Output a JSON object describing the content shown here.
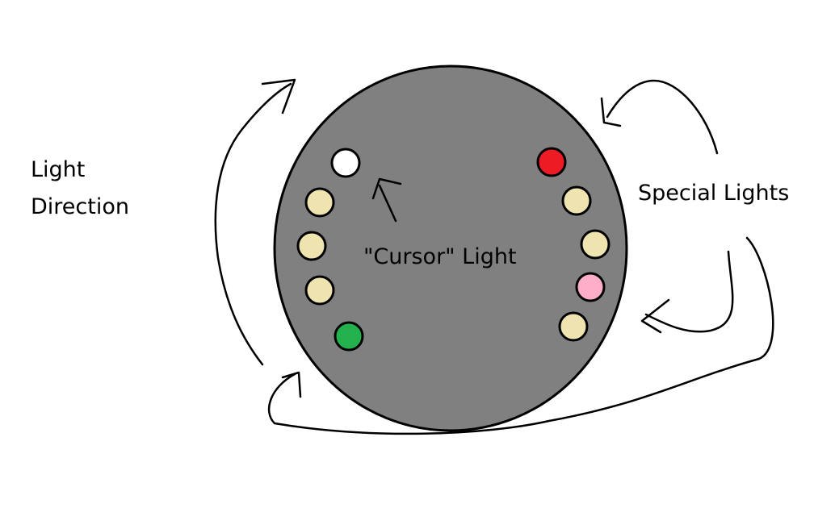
{
  "labels": {
    "direction_line1": "Light",
    "direction_line2": "Direction",
    "cursor": "\"Cursor\" Light",
    "special": "Special Lights"
  },
  "colors": {
    "background": "#ffffff",
    "disc": "#808080",
    "outline": "#000000",
    "cursor_light": "#ffffff",
    "normal_light": "#efe4b0",
    "start_light": "#22b14c",
    "special_red": "#ed1c24",
    "special_pink": "#ffaec9"
  },
  "lights": {
    "left_column": [
      "cursor_light",
      "normal_light",
      "normal_light",
      "normal_light",
      "start_light"
    ],
    "right_column": [
      "special_red",
      "normal_light",
      "normal_light",
      "special_pink",
      "normal_light"
    ]
  }
}
